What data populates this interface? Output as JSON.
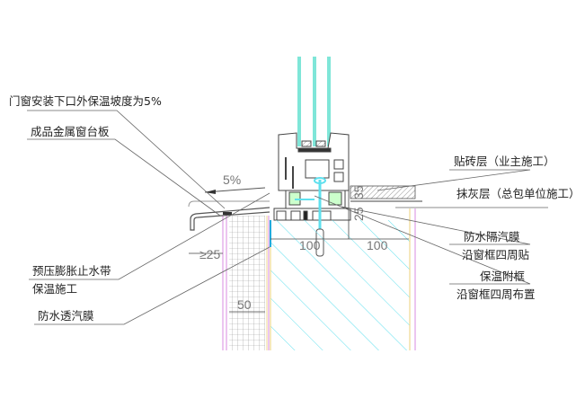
{
  "labels": {
    "slope_note": "门窗安装下口外保温坡度为5%",
    "metal_sill": "成品金属窗台板",
    "compression_tape": "预压膨胀止水带",
    "insulation_work": "保温施工",
    "breathable_membrane": "防水透汽膜",
    "tile_layer": "贴砖层（业主施工）",
    "plaster_layer": "抹灰层（总包单位施工）",
    "vapor_barrier": "防水隔汽膜",
    "vapor_barrier_note": "沿窗框四周贴",
    "insulated_subframe": "保温附框",
    "subframe_note": "沿窗框四周布置"
  },
  "dimensions": {
    "slope": "5%",
    "gap_min": "≥25",
    "d100_left": "100",
    "d100_right": "100",
    "d35": "35",
    "d25": "25",
    "d50": "50"
  },
  "colors": {
    "glass": "#7fe6d8",
    "concrete_hatch": "#5fe0ee",
    "insulation_outline": "#d98be0",
    "frame_line": "#444444",
    "leader": "#666666",
    "plaster_edge": "#f0d890"
  }
}
